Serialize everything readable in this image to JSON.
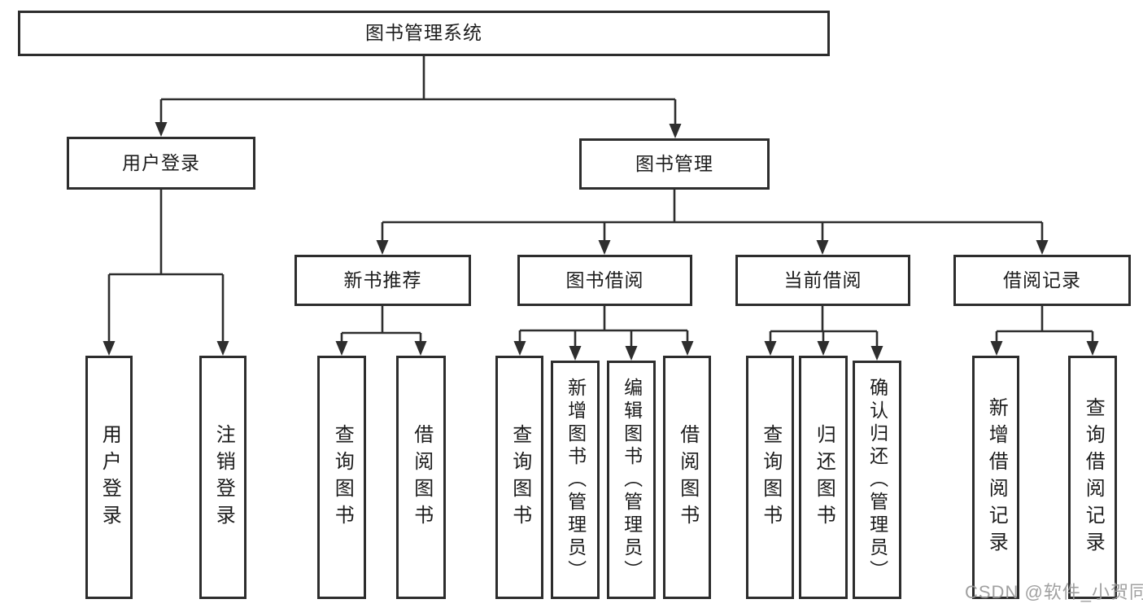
{
  "watermark": "CSDN @软件_小贺同学",
  "colors": {
    "line": "#2e2e2e",
    "border": "#2d2d2d",
    "text": "#1c1c1c",
    "watermark_text": "#989898",
    "background": "#ffffff"
  },
  "tree": {
    "label": "图书管理系统",
    "children": [
      {
        "label": "用户登录",
        "children": [
          {
            "label": "用户登录"
          },
          {
            "label": "注销登录"
          }
        ]
      },
      {
        "label": "图书管理",
        "children": [
          {
            "label": "新书推荐",
            "children": [
              {
                "label": "查询图书"
              },
              {
                "label": "借阅图书"
              }
            ]
          },
          {
            "label": "图书借阅",
            "children": [
              {
                "label": "查询图书"
              },
              {
                "label": "新增图书（管理员）"
              },
              {
                "label": "编辑图书（管理员）"
              },
              {
                "label": "借阅图书"
              }
            ]
          },
          {
            "label": "当前借阅",
            "children": [
              {
                "label": "查询图书"
              },
              {
                "label": "归还图书"
              },
              {
                "label": "确认归还（管理员）"
              }
            ]
          },
          {
            "label": "借阅记录",
            "children": [
              {
                "label": "新增借阅记录"
              },
              {
                "label": "查询借阅记录"
              }
            ]
          }
        ]
      }
    ]
  }
}
